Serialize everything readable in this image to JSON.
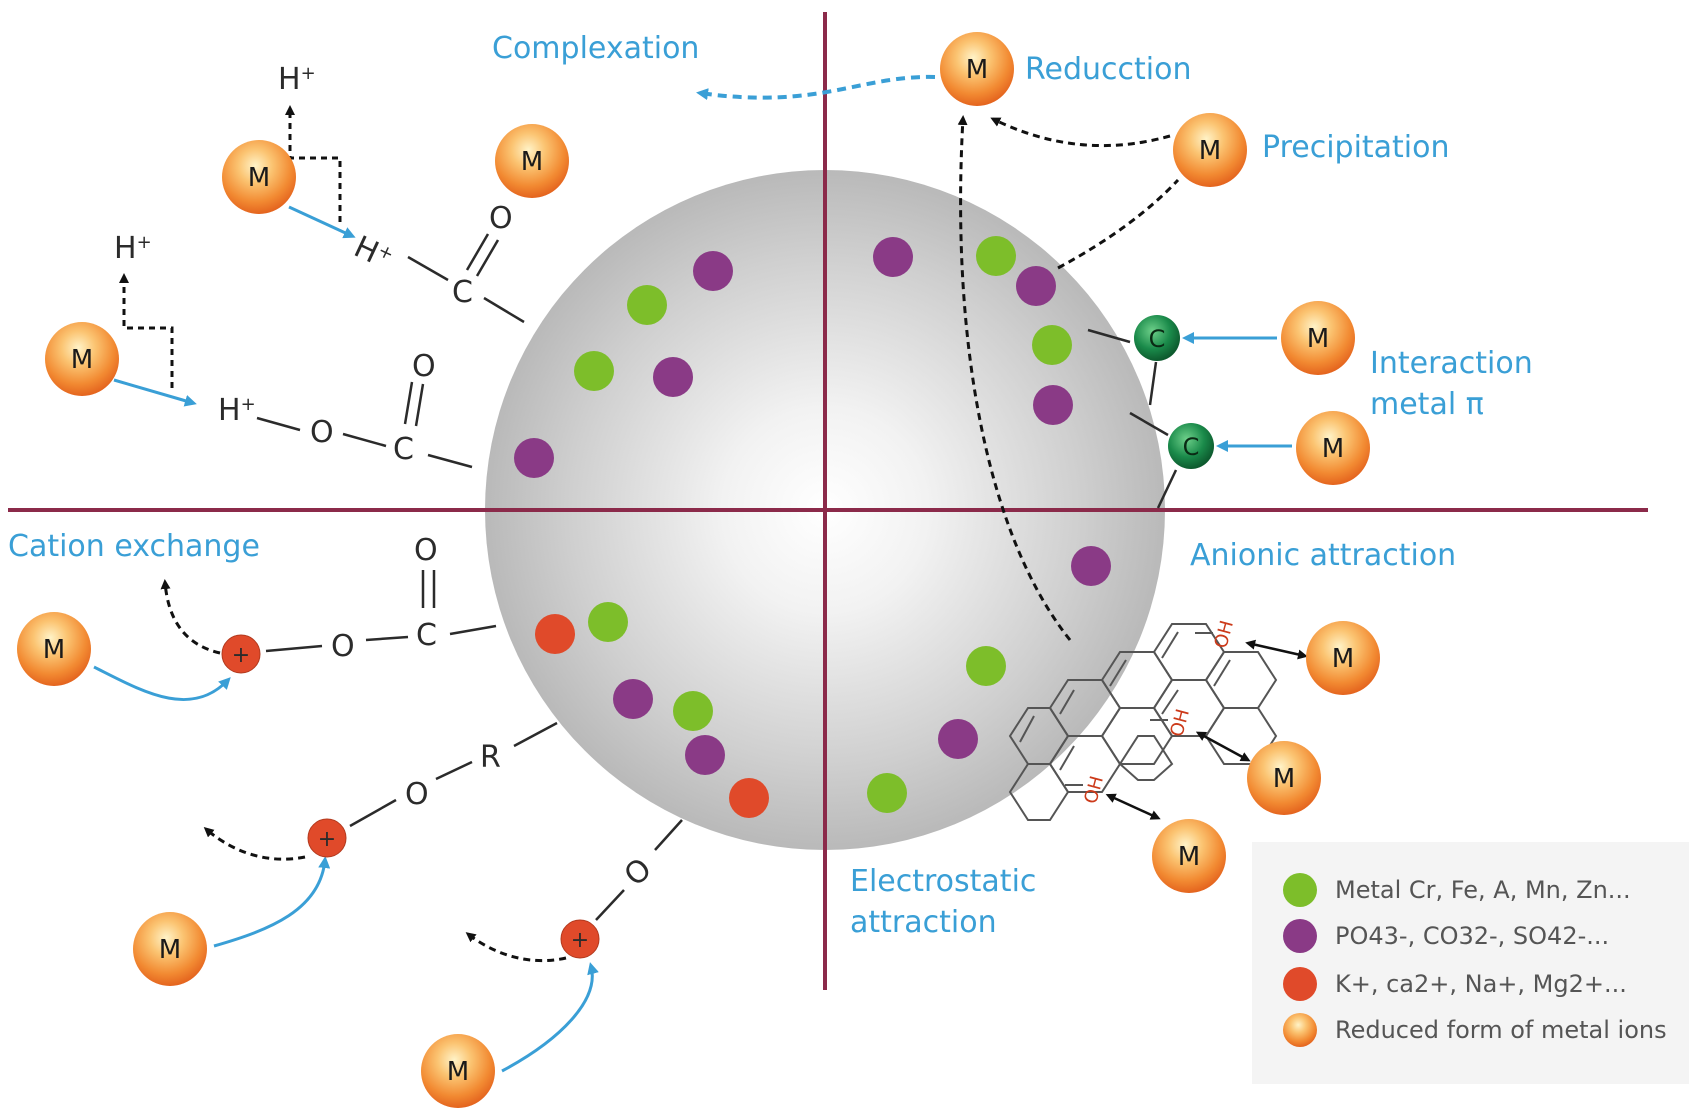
{
  "labels": {
    "complexation": "Complexation",
    "reduction": "Reducction",
    "precipitation": "Precipitation",
    "interaction_line1": "Interaction",
    "interaction_line2": "metal π",
    "cation_exchange": "Cation  exchange",
    "anionic_attraction": "Anionic attraction",
    "electrostatic_line1": "Electrostatic",
    "electrostatic_line2": "attraction"
  },
  "symbols": {
    "metal": "M",
    "carbon": "C",
    "oxygen": "O",
    "proton": "H",
    "proton_charge": "+",
    "r_group": "R",
    "plus": "+",
    "hydroxyl": "OH"
  },
  "legend": [
    {
      "label": "Metal Cr, Fe, A, Mn, Zn...",
      "color": "#7dbe2a"
    },
    {
      "label": "PO43-, CO32-, SO42-...",
      "color": "#8a3a86"
    },
    {
      "label": "K+, ca2+, Na+, Mg2+...",
      "color": "#e04a2a"
    },
    {
      "label": "Reduced form of metal ions",
      "color": "#f7a04a"
    }
  ],
  "colors": {
    "divider": "#8b2a4a",
    "label_blue": "#3a9fd6",
    "green": "#7dbe2a",
    "purple": "#8a3a86",
    "red": "#e04a2a",
    "carbon_green": "#1a8a4a"
  }
}
